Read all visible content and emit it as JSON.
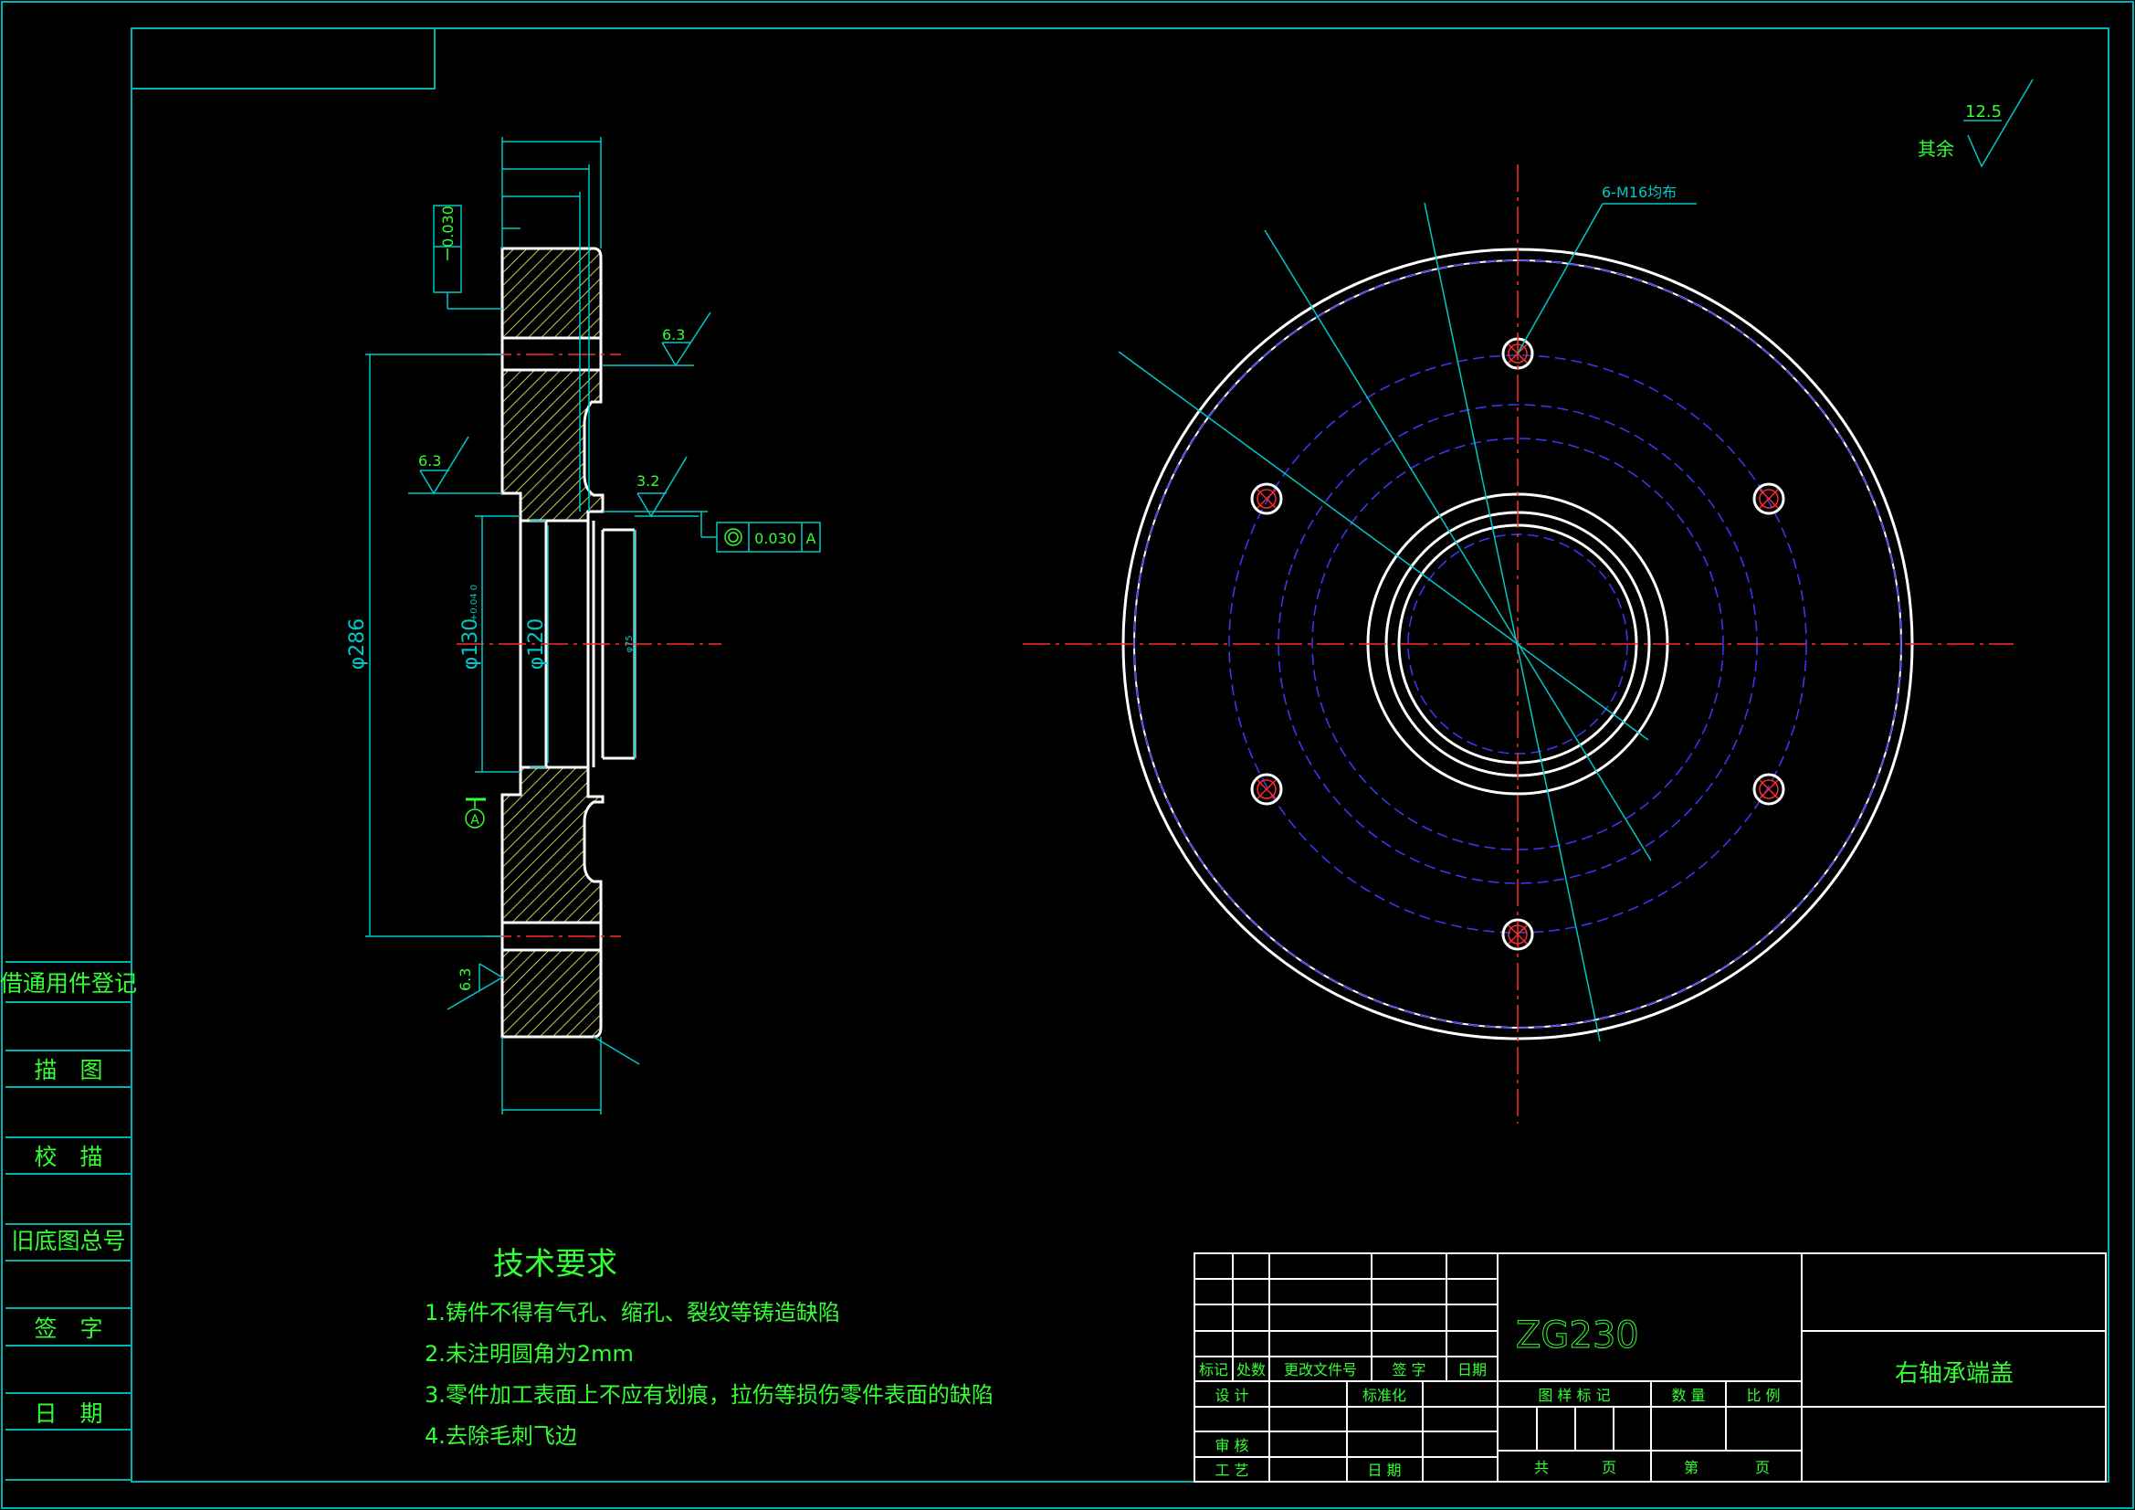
{
  "colors": {
    "background": "#000000",
    "frame": "#00b4b4",
    "part_outline": "#ffffff",
    "hatch": "#c8c85a",
    "dimension": "#00c8c8",
    "centerline": "#ff2a2a",
    "hidden": "#3a3aff",
    "text": "#33ff33"
  },
  "side_panel": [
    "借通用件登记",
    "描　图",
    "校　描",
    "旧底图总号",
    "签　字",
    "日　期"
  ],
  "section_view": {
    "dims": {
      "flange_dia": "φ286",
      "bore_130": "φ130",
      "bore_130_tol": "+0.04 0",
      "bore_120": "φ120",
      "small_a": "φ75"
    },
    "tolerance_flat": "0.030",
    "tolerance_concentric": "0.030",
    "datum": "A",
    "datum_symbol": "A",
    "roughness": [
      "6.3",
      "6.3",
      "3.2",
      "6.3"
    ]
  },
  "front_view": {
    "hole_callout": "6-M16均布",
    "roughness_other": "12.5",
    "roughness_other_label": "其余"
  },
  "tech_req": {
    "title": "技术要求",
    "items": [
      "1.铸件不得有气孔、缩孔、裂纹等铸造缺陷",
      "2.未注明圆角为2mm",
      "3.零件加工表面上不应有划痕，拉伤等损伤零件表面的缺陷",
      "4.去除毛刺飞边"
    ]
  },
  "title_block": {
    "material": "ZG230",
    "part_name": "右轴承端盖",
    "rev_headers": [
      "标记",
      "处数",
      "更改文件号",
      "签 字",
      "日期"
    ],
    "design": "设 计",
    "standardize": "标准化",
    "review": "审 核",
    "process": "工 艺",
    "date": "日 期",
    "drawing_mark": "图 样 标 记",
    "quantity": "数 量",
    "scale": "比 例",
    "total": "共",
    "sheet_unit": "页",
    "sheet_no": "第",
    "sheet_unit2": "页"
  }
}
